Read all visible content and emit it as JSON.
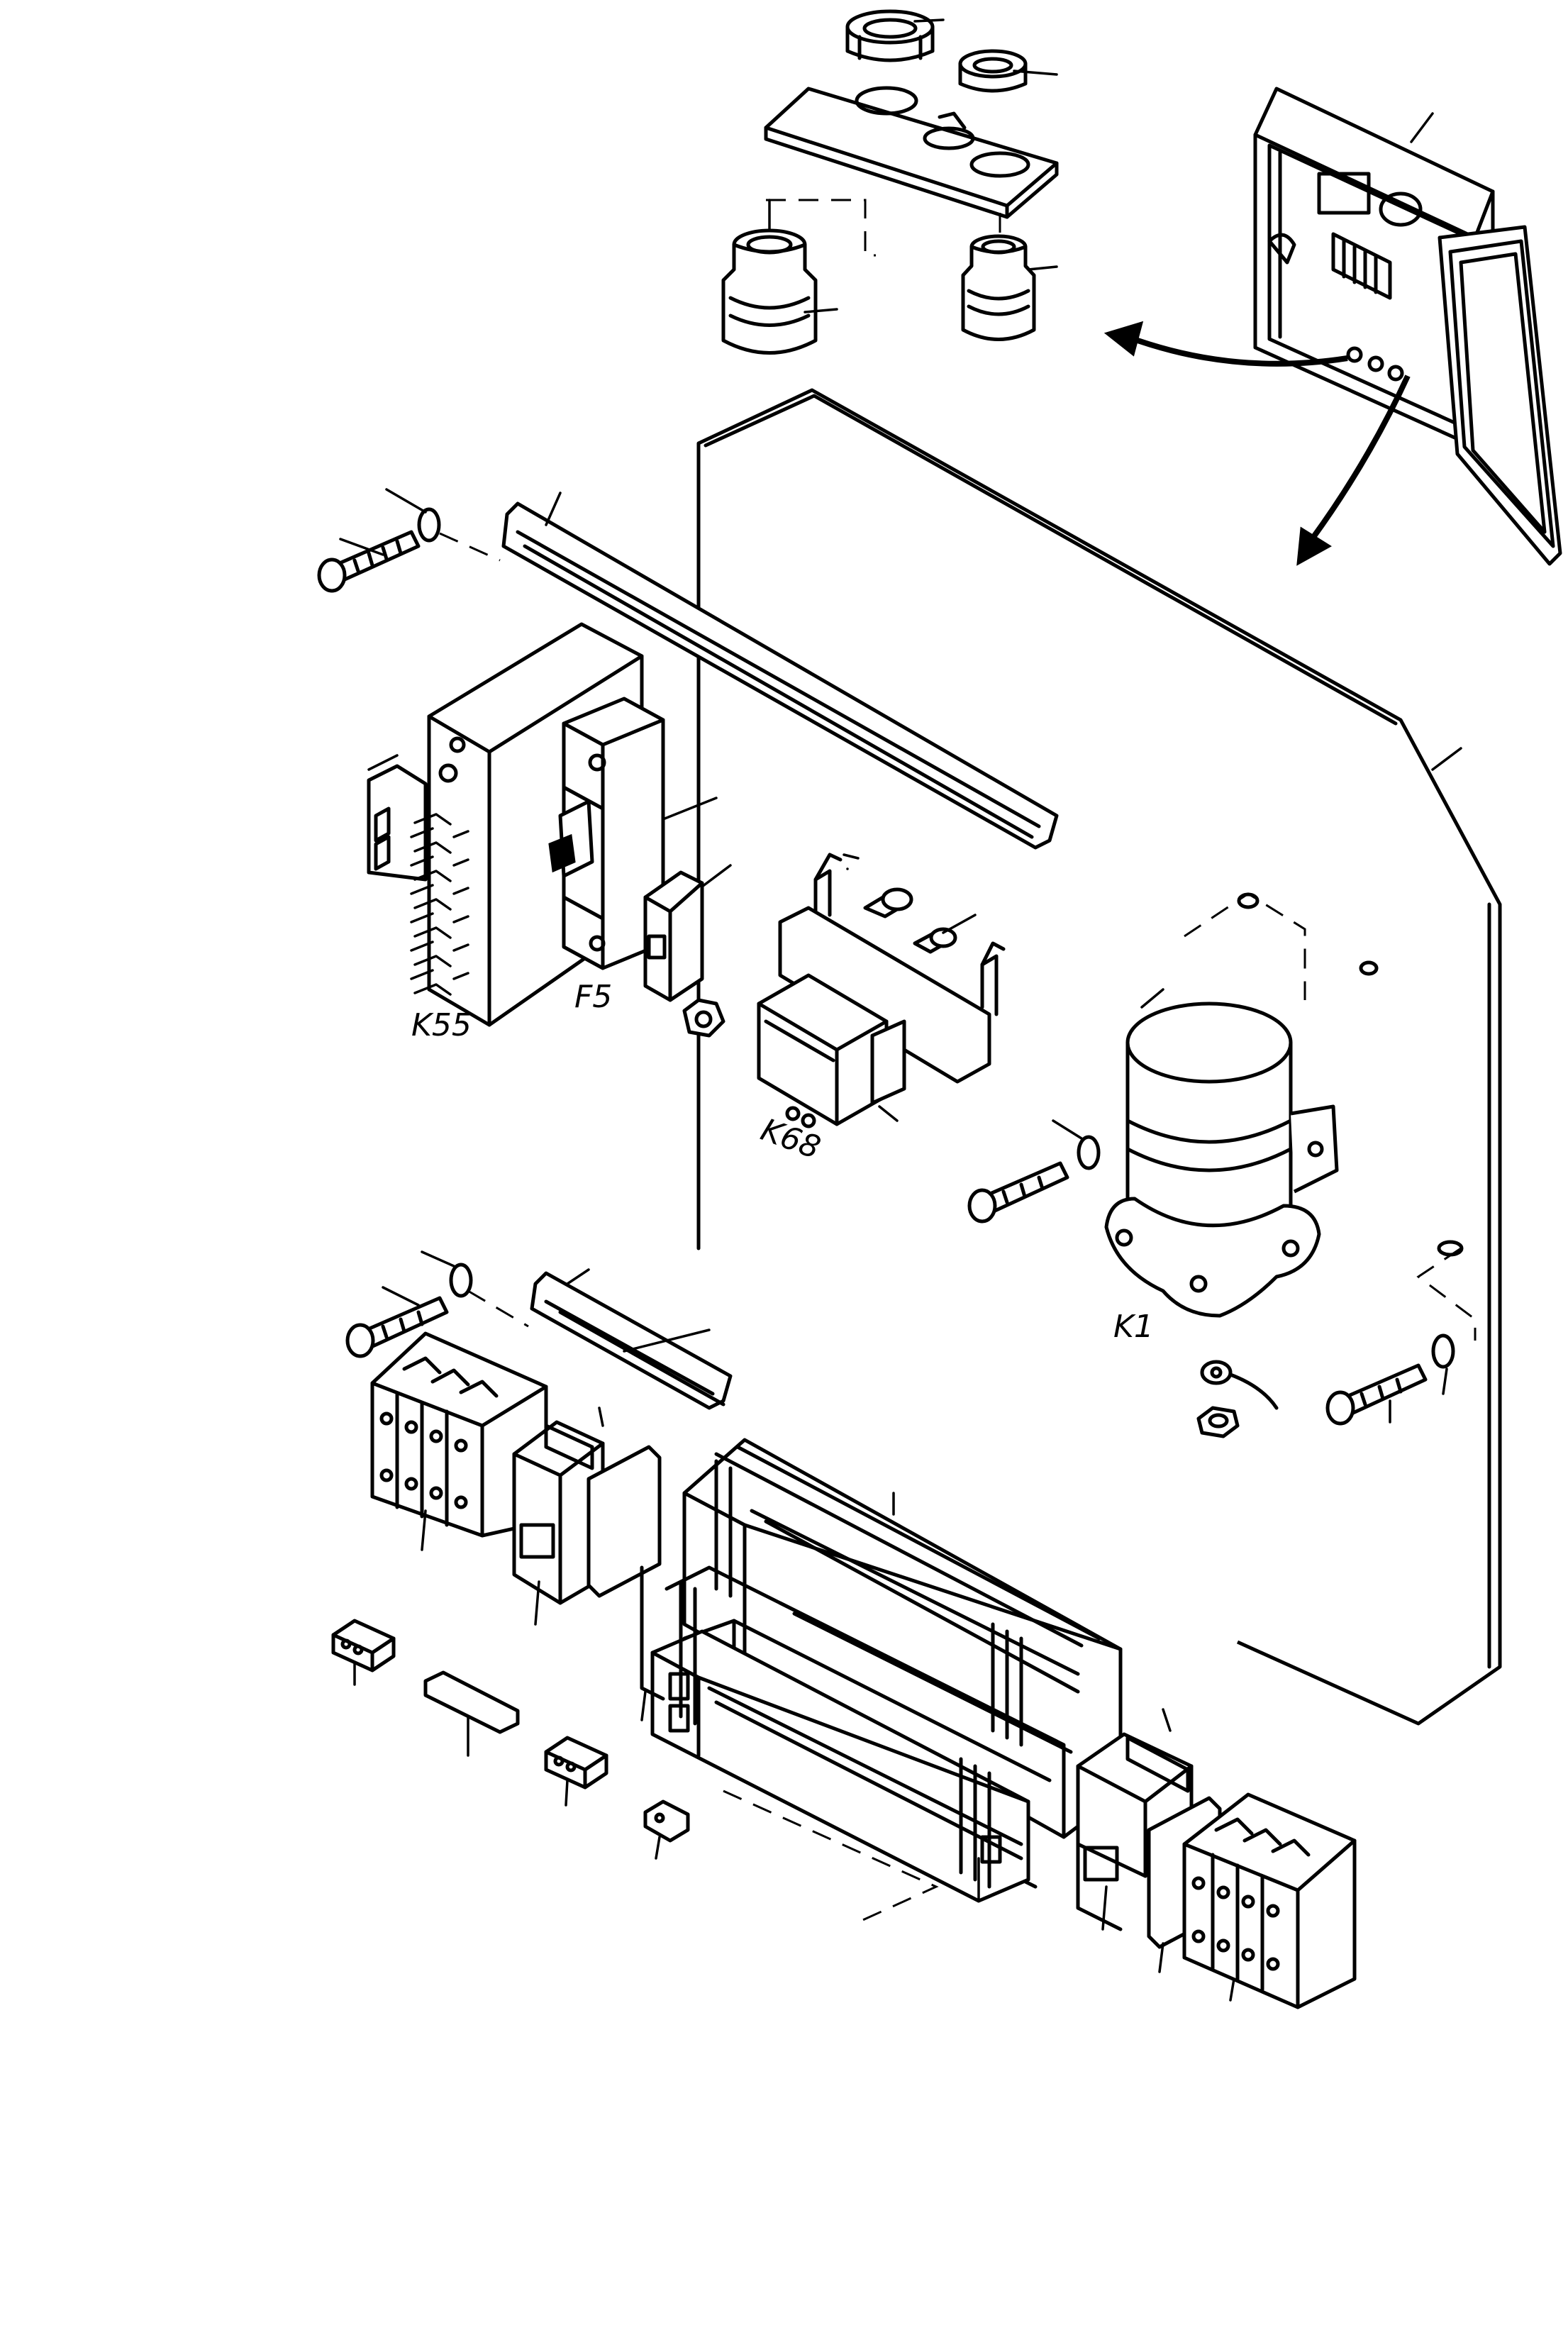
{
  "diagram": {
    "labels": {
      "k55": "K55",
      "f5": "F5",
      "k68": "K68",
      "k1": "K1"
    }
  }
}
